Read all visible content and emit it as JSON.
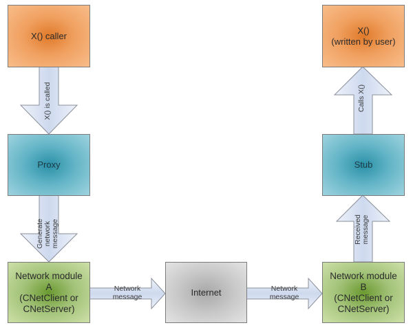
{
  "nodes": {
    "caller": {
      "label": "X() caller",
      "color": "#f0a060"
    },
    "proxy": {
      "label": "Proxy",
      "color": "#62b4c6"
    },
    "module_a": {
      "label": "Network module\nA\n(CNetClient or\nCNetServer)",
      "color": "#a2c278"
    },
    "internet": {
      "label": "Internet",
      "color": "#c8c8c8"
    },
    "module_b": {
      "label": "Network module\nB\n(CNetClient or\nCNetServer)",
      "color": "#a2c278"
    },
    "stub": {
      "label": "Stub",
      "color": "#62b4c6"
    },
    "target": {
      "label": "X()\n(written by user)",
      "color": "#f0a060"
    }
  },
  "edges": {
    "caller_to_proxy": {
      "label": "X() is called"
    },
    "proxy_to_module_a": {
      "label": "Generate\nnetwork\nmessage"
    },
    "module_a_to_internet": {
      "label": "Network\nmessage"
    },
    "internet_to_module_b": {
      "label": "Network\nmessage"
    },
    "module_b_to_stub": {
      "label": "Received\nmessage"
    },
    "stub_to_target": {
      "label": "Calls X()"
    }
  }
}
